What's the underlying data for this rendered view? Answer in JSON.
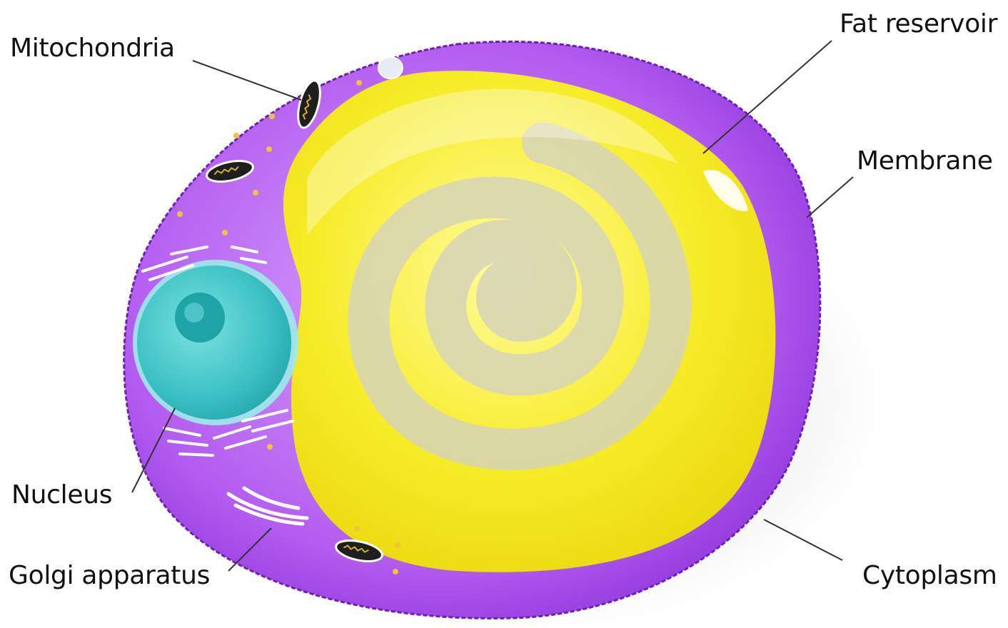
{
  "labels": {
    "mitochondria": "Mitochondria",
    "fat_reservoir": "Fat reservoir",
    "membrane": "Membrane",
    "nucleus": "Nucleus",
    "golgi_apparatus": "Golgi apparatus",
    "cytoplasm": "Cytoplasm"
  },
  "colors": {
    "cytoplasm": "#a640e6",
    "membrane_edge": "#7a28c8",
    "fat_reservoir": "#f5e820",
    "spiral": "#d9d6b4",
    "nucleus": "#3bc3c6",
    "nucleolus": "#1a9ea3",
    "mitochondria": "#1e1e1e",
    "granules": "#f2c23a"
  }
}
